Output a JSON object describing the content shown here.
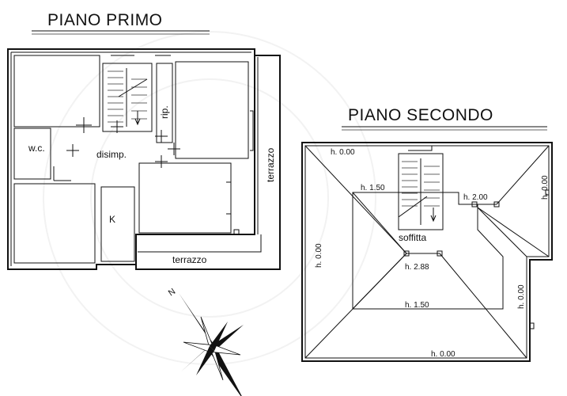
{
  "floor1": {
    "title": "PIANO PRIMO",
    "rooms": {
      "wc": "w.c.",
      "disimp": "disimp.",
      "rip": "rip.",
      "terrazzo_right": "terrazzo",
      "kitchen": "K",
      "terrazzo_bottom": "terrazzo"
    }
  },
  "floor2": {
    "title": "PIANO SECONDO",
    "labels": {
      "attic": "soffitta",
      "h_top_left": "h. 0.00",
      "h_150_upper": "h. 1.50",
      "h_200": "h. 2.00",
      "h_right_top": "h. 0.00",
      "h_left": "h. 0.00",
      "h_288": "h. 2.88",
      "h_right_bottom": "h. 0.00",
      "h_150_lower": "h. 1.50",
      "h_bottom": "h. 0.00"
    }
  },
  "compass": {
    "north": "N"
  }
}
